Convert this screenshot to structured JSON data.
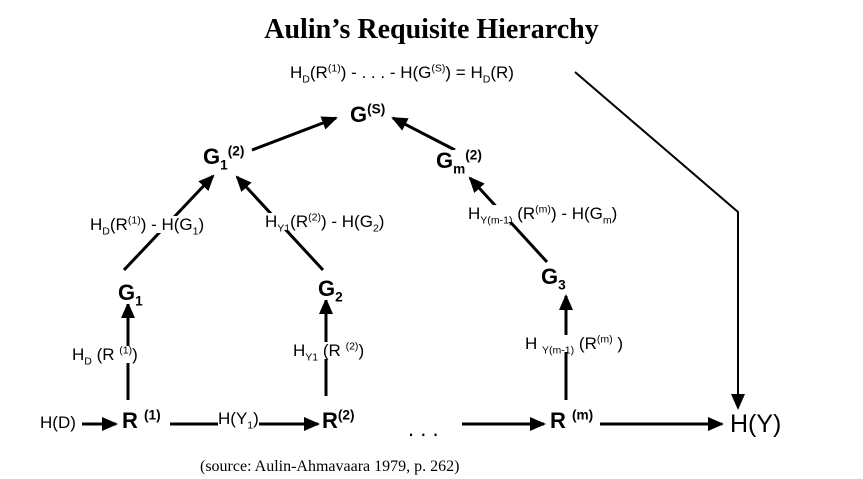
{
  "title": "Aulin’s Requisite Hierarchy",
  "top_formula": {
    "a": "H",
    "a_sub": "D",
    "b": "(R",
    "b_sup": "(1)",
    "c": ") - . . . - H(G",
    "c_sup": "(S)",
    "d": ") = H",
    "d_sub": "D",
    "e": "(R)"
  },
  "gs": {
    "base": "G",
    "sup": "(S)"
  },
  "g1_2": {
    "base": "G",
    "sub": "1",
    "sup": "(2)"
  },
  "gm_2": {
    "base": "G",
    "sub": "m",
    "sup": "(2)"
  },
  "lbl1": {
    "a": "H",
    "a_sub": "D",
    "b": "(R",
    "b_sup": "(1)",
    "c": ") - H(G",
    "c_sub": "1",
    "d": ")"
  },
  "lbl2": {
    "a": "H",
    "a_sub": "Y1",
    "b": "(R",
    "b_sup": "(2)",
    "c": ") - H(G",
    "c_sub": "2",
    "d": ")"
  },
  "lbl3": {
    "a": "H",
    "a_sub": "Y(m-1)",
    "b": " (R",
    "b_sup": "(m)",
    "c": ") - H(G",
    "c_sub": "m",
    "d": ")"
  },
  "g1": {
    "base": "G",
    "sub": "1"
  },
  "g2": {
    "base": "G",
    "sub": "2"
  },
  "g3": {
    "base": "G",
    "sub": "3"
  },
  "v1": {
    "a": "H",
    "a_sub": "D",
    "b": " (R ",
    "b_sup": "(1)",
    "c": ")"
  },
  "v2": {
    "a": "H",
    "a_sub": "Y1",
    "b": " (R ",
    "b_sup": "(2)",
    "c": ")"
  },
  "v3": {
    "a": "H ",
    "a_sub": "Y(m-1)",
    "b": " (R",
    "b_sup": "(m)",
    "c": " )"
  },
  "hd": "H(D)",
  "r1": {
    "base": "R ",
    "sup": "(1)"
  },
  "hy1": {
    "a": "H(Y",
    "a_sub": "1",
    "b": ")"
  },
  "r2": {
    "base": "R",
    "sup": "(2)"
  },
  "dots": ". . .",
  "rm": {
    "base": "R ",
    "sup": "(m)"
  },
  "hy": "H(Y)",
  "source": "(source: Aulin-Ahmavaara 1979, p. 262)"
}
